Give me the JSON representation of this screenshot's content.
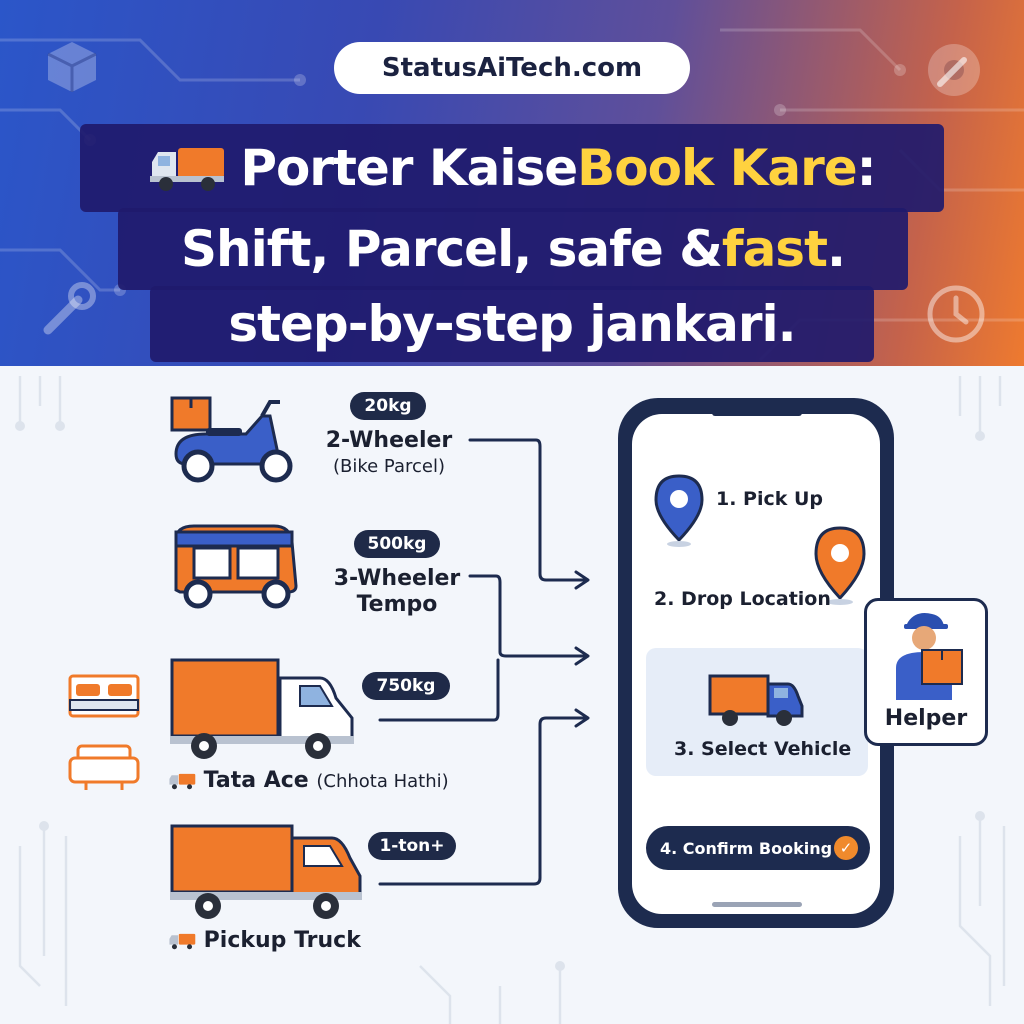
{
  "header": {
    "site": "StatusAiTech.com",
    "line1_pre": "Porter Kaise ",
    "line1_highlight": "Book Kare",
    "line1_post": ":",
    "line2_pre": "Shift, Parcel, safe & ",
    "line2_highlight": "fast",
    "line2_post": ".",
    "line3": "step-by-step jankari."
  },
  "vehicles": [
    {
      "weight": "20kg",
      "name": "2-Wheeler",
      "sub": "(Bike Parcel)"
    },
    {
      "weight": "500kg",
      "name": "3-Wheeler",
      "sub": "Tempo"
    },
    {
      "weight": "750kg",
      "name": "Tata Ace",
      "sub": "(Chhota Hathi)"
    },
    {
      "weight": "1-ton+",
      "name": "Pickup Truck",
      "sub": ""
    }
  ],
  "steps": {
    "pickup": "1. Pick Up",
    "drop": "2. Drop Location",
    "select": "3. Select Vehicle",
    "confirm": "4. Confirm Booking"
  },
  "helper": "Helper",
  "colors": {
    "navy": "#1d2b4f",
    "orange": "#f07a2a",
    "blue": "#3a5fc8",
    "yellow": "#ffd23f"
  },
  "icons": [
    "box-icon",
    "gear-wrench-icon",
    "wrench-icon",
    "clock-icon",
    "truck-emoji-icon",
    "bed-icon",
    "sofa-icon",
    "location-pin-icon",
    "check-icon"
  ]
}
